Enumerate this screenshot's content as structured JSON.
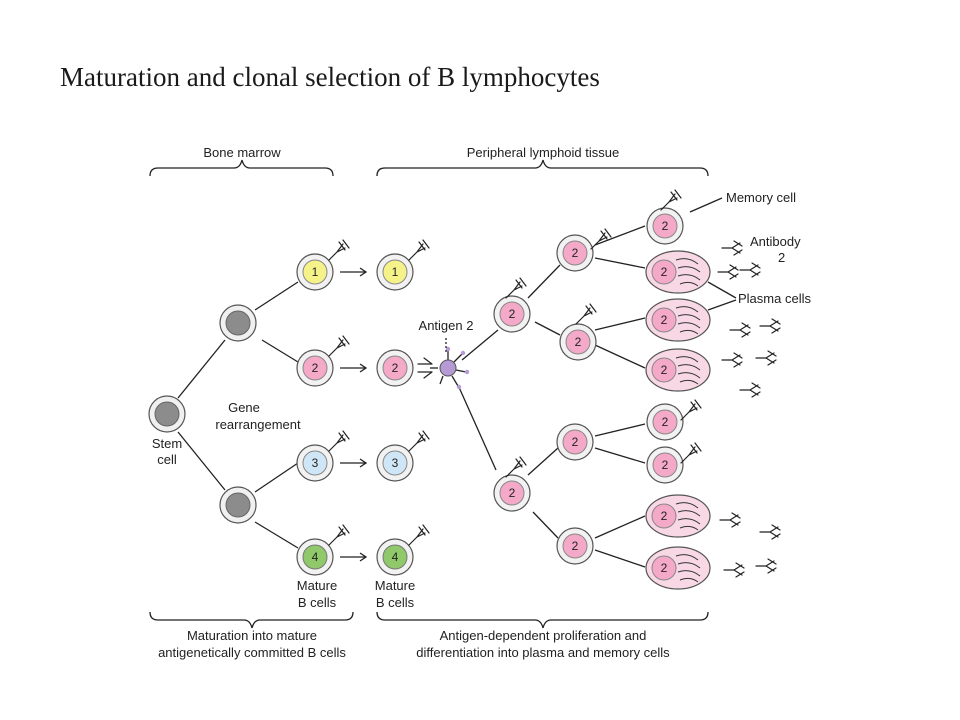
{
  "title": "Maturation and clonal selection of B lymphocytes",
  "labels": {
    "bone_marrow": "Bone marrow",
    "peripheral": "Peripheral lymphoid tissue",
    "stem_1": "Stem",
    "stem_2": "cell",
    "gene_1": "Gene",
    "gene_2": "rearrangement",
    "antigen": "Antigen 2",
    "mature_a1": "Mature",
    "mature_a2": "B cells",
    "mature_b1": "Mature",
    "mature_b2": "B cells",
    "memory": "Memory cell",
    "antibody_1": "Antibody",
    "antibody_2": "2",
    "plasma": "Plasma cells",
    "bottom_left_1": "Maturation into mature",
    "bottom_left_2": "antigenetically committed B cells",
    "bottom_right_1": "Antigen-dependent proliferation and",
    "bottom_right_2": "differentiation into plasma and memory cells"
  },
  "clones": [
    {
      "number": "1",
      "color": "#f6f28a"
    },
    {
      "number": "2",
      "color": "#f5a9c8"
    },
    {
      "number": "3",
      "color": "#cfe6f6"
    },
    {
      "number": "4",
      "color": "#8fc96a"
    }
  ],
  "cell_label": "2"
}
